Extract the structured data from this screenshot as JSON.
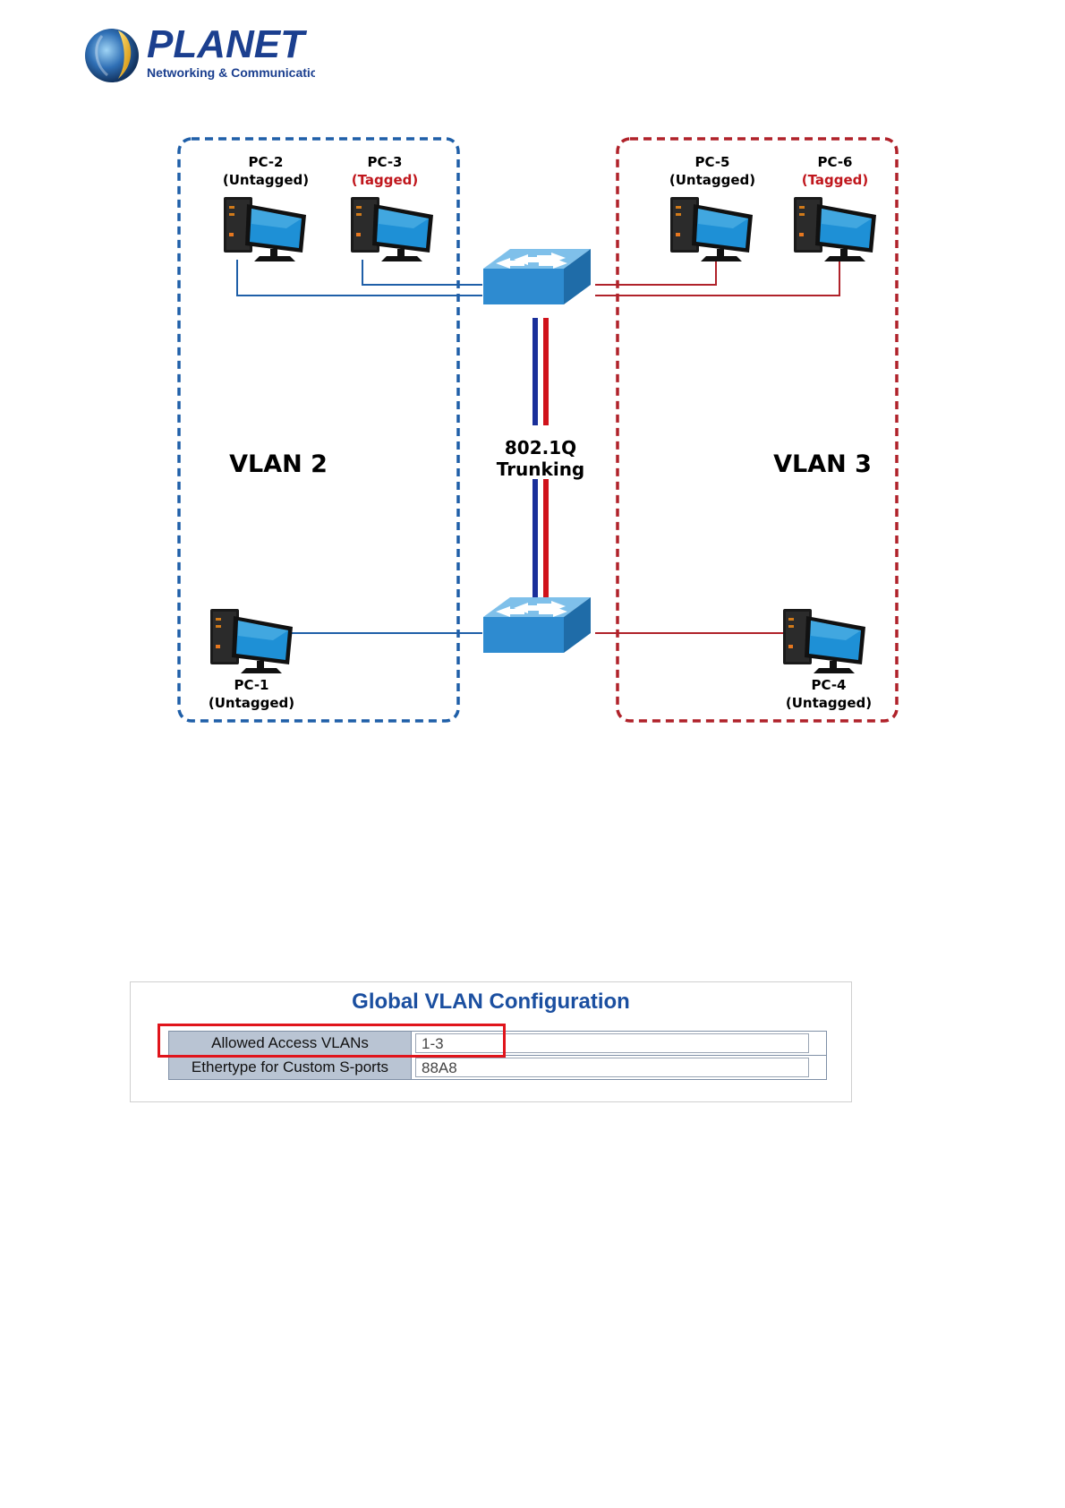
{
  "logo": {
    "brand": "PLANET",
    "tagline": "Networking & Communication"
  },
  "diagram": {
    "pcs": [
      {
        "name": "PC-2",
        "mode": "(Untagged)",
        "mode_color": "#000000"
      },
      {
        "name": "PC-3",
        "mode": "(Tagged)",
        "mode_color": "#c0161c"
      },
      {
        "name": "PC-5",
        "mode": "(Untagged)",
        "mode_color": "#000000"
      },
      {
        "name": "PC-6",
        "mode": "(Tagged)",
        "mode_color": "#c0161c"
      },
      {
        "name": "PC-1",
        "mode": "(Untagged)",
        "mode_color": "#000000"
      },
      {
        "name": "PC-4",
        "mode": "(Untagged)",
        "mode_color": "#000000"
      }
    ],
    "vlans": [
      {
        "label": "VLAN 2",
        "color": "#1f5fa8"
      },
      {
        "label": "VLAN 3",
        "color": "#b0222a"
      }
    ],
    "trunk": {
      "line1": "802.1Q",
      "line2": "Trunking"
    }
  },
  "config": {
    "title": "Global VLAN Configuration",
    "rows": [
      {
        "label": "Allowed Access VLANs",
        "value": "1-3",
        "highlighted": true
      },
      {
        "label": "Ethertype for Custom S-ports",
        "value": "88A8",
        "highlighted": false
      }
    ]
  }
}
